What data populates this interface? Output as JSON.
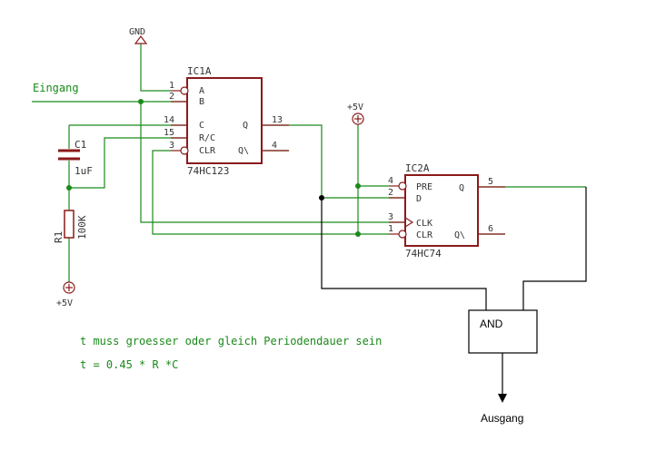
{
  "colors": {
    "wire": "#1a8a1a",
    "part": "#8b1a1a",
    "text": "#333333",
    "comment": "#1a8a1a",
    "logic": "#000000"
  },
  "labels": {
    "gnd": "GND",
    "vcc_top": "+5V",
    "vcc_bottom": "+5V",
    "input": "Eingang",
    "output": "Ausgang",
    "and_gate": "AND"
  },
  "ic1": {
    "name": "IC1A",
    "part": "74HC123",
    "pins": [
      {
        "num": "1",
        "label": "A"
      },
      {
        "num": "2",
        "label": "B"
      },
      {
        "num": "14",
        "label": "C"
      },
      {
        "num": "15",
        "label": "R/C"
      },
      {
        "num": "3",
        "label": "CLR"
      },
      {
        "num": "13",
        "label": "Q"
      },
      {
        "num": "4",
        "label": "Q\\"
      }
    ]
  },
  "ic2": {
    "name": "IC2A",
    "part": "74HC74",
    "pins": [
      {
        "num": "4",
        "label": "PRE"
      },
      {
        "num": "2",
        "label": "D"
      },
      {
        "num": "3",
        "label": "CLK"
      },
      {
        "num": "1",
        "label": "CLR"
      },
      {
        "num": "5",
        "label": "Q"
      },
      {
        "num": "6",
        "label": "Q\\"
      }
    ]
  },
  "c1": {
    "name": "C1",
    "value": "1uF"
  },
  "r1": {
    "name": "R1",
    "value": "100K"
  },
  "notes": [
    "t muss groesser oder gleich Periodendauer sein",
    "t = 0.45 * R *C"
  ]
}
